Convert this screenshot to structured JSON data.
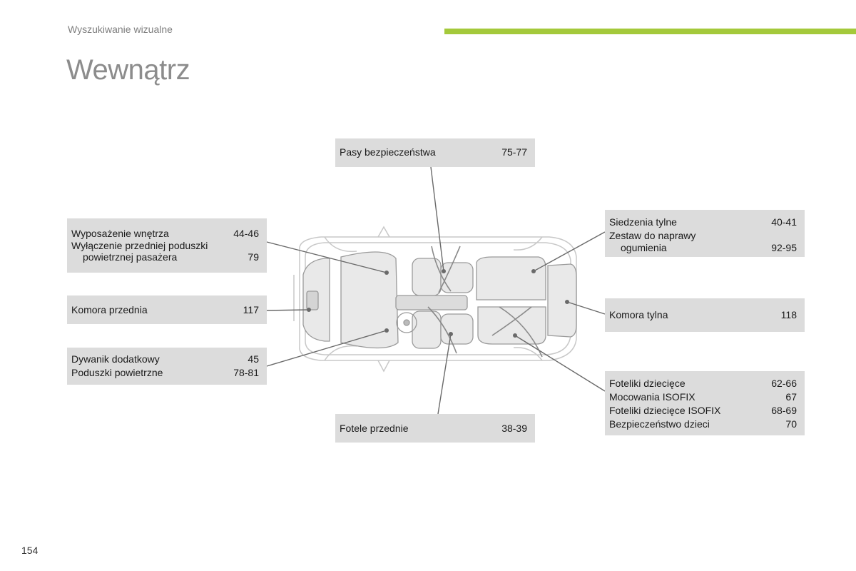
{
  "header": {
    "section_title": "Wyszukiwanie wizualne",
    "page_title": "Wewnątrz",
    "accent_color": "#a4c93b"
  },
  "page_number": "154",
  "callouts": {
    "seat_belts": {
      "label": "Pasy bezpieczeństwa",
      "pages": "75-77"
    },
    "interior": [
      {
        "label": "Wyposażenie wnętrza",
        "pages": "44-46"
      },
      {
        "label": "Wyłączenie przedniej poduszki",
        "pages": ""
      },
      {
        "label": "powietrznej pasażera",
        "pages": "79"
      }
    ],
    "front_compartment": {
      "label": "Komora przednia",
      "pages": "117"
    },
    "airbags": [
      {
        "label": "Dywanik dodatkowy",
        "pages": "45"
      },
      {
        "label": "Poduszki powietrzne",
        "pages": "78-81"
      }
    ],
    "front_seats": {
      "label": "Fotele przednie",
      "pages": "38-39"
    },
    "rear_seats": [
      {
        "label": "Siedzenia tylne",
        "pages": "40-41"
      },
      {
        "label": "Zestaw do naprawy",
        "pages": ""
      },
      {
        "label": "ogumienia",
        "pages": "92-95"
      }
    ],
    "rear_compartment": {
      "label": "Komora tylna",
      "pages": "118"
    },
    "child_seats": [
      {
        "label": "Foteliki dziecięce",
        "pages": "62-66"
      },
      {
        "label": "Mocowania ISOFIX",
        "pages": "67"
      },
      {
        "label": "Foteliki dziecięce ISOFIX",
        "pages": "68-69"
      },
      {
        "label": "Bezpieczeństwo dzieci",
        "pages": "70"
      }
    ]
  }
}
